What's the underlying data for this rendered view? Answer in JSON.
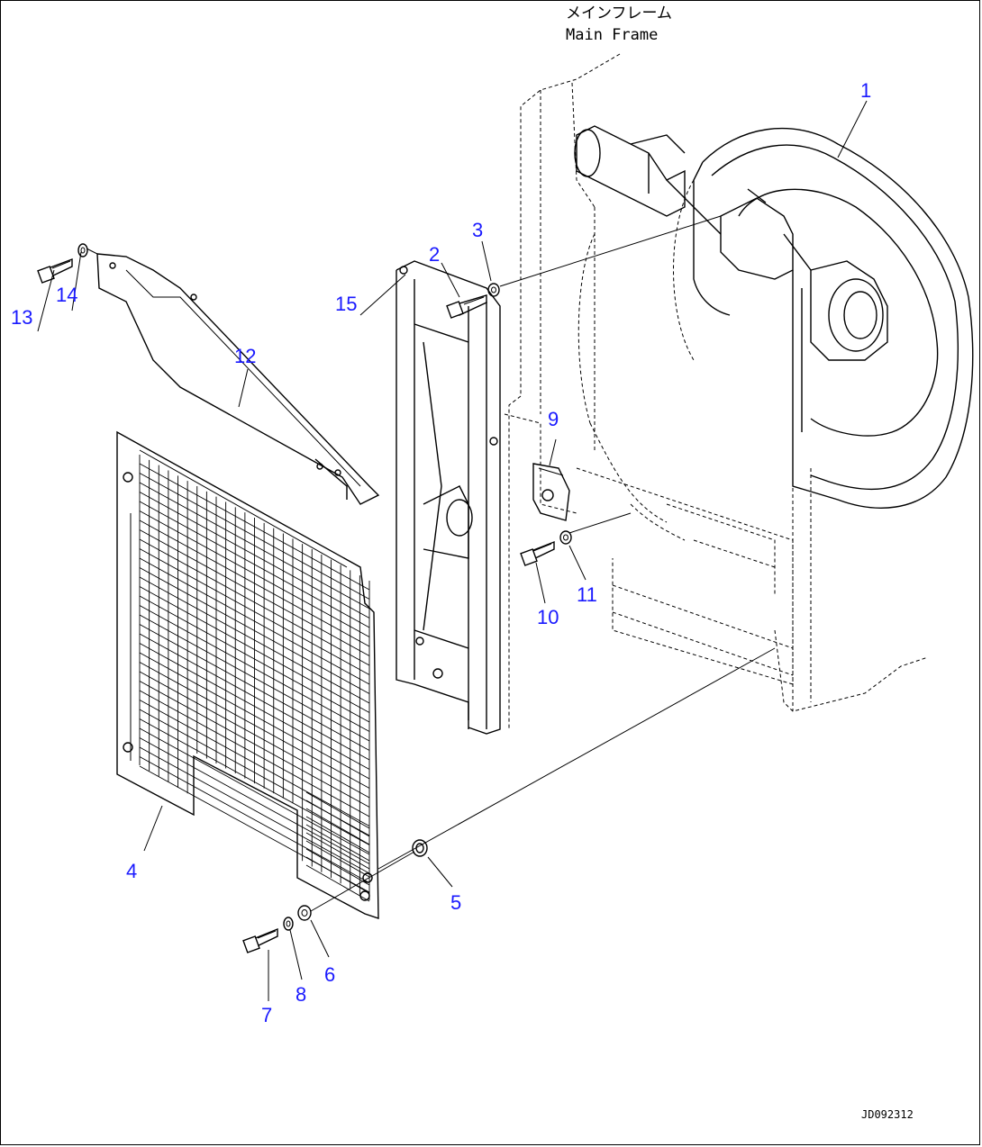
{
  "frame_label": {
    "jp": "メインフレーム",
    "en": "Main Frame"
  },
  "drawing_code": "JD092312",
  "callouts": [
    {
      "id": "1",
      "text": "1"
    },
    {
      "id": "2",
      "text": "2"
    },
    {
      "id": "3",
      "text": "3"
    },
    {
      "id": "4",
      "text": "4"
    },
    {
      "id": "5",
      "text": "5"
    },
    {
      "id": "6",
      "text": "6"
    },
    {
      "id": "7",
      "text": "7"
    },
    {
      "id": "8",
      "text": "8"
    },
    {
      "id": "9",
      "text": "9"
    },
    {
      "id": "10",
      "text": "10"
    },
    {
      "id": "11",
      "text": "11"
    },
    {
      "id": "12",
      "text": "12"
    },
    {
      "id": "13",
      "text": "13"
    },
    {
      "id": "14",
      "text": "14"
    },
    {
      "id": "15",
      "text": "15"
    }
  ],
  "colors": {
    "callout": "#1a1aff",
    "line": "#000000",
    "background": "#ffffff"
  }
}
